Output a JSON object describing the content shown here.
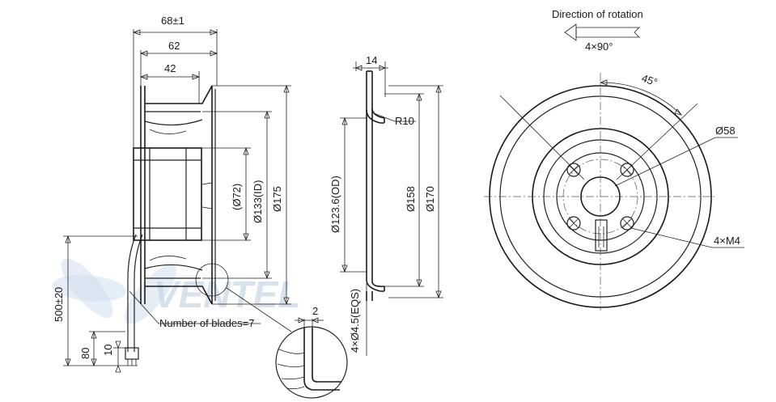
{
  "side_view": {
    "dim_overall_width": "68±1",
    "dim_width_62": "62",
    "dim_width_42": "42",
    "dim_cable_length": "500±20",
    "dim_80": "80",
    "dim_10": "10",
    "dim_d72": "(Ø72)",
    "dim_d133": "Ø133(ID)",
    "dim_d175": "Ø175",
    "blade_note": "Number of blades=7"
  },
  "detail_view": {
    "dim_2": "2"
  },
  "section_view": {
    "dim_14": "14",
    "radius": "R10",
    "dim_d123": "Ø123.6(OD)",
    "dim_d158": "Ø158",
    "dim_d170": "Ø170",
    "holes": "4×Ø4.5(EQS)"
  },
  "front_view": {
    "rotation_label": "Direction of rotation",
    "angle_4x90": "4×90°",
    "angle_45": "45°",
    "dim_d58": "Ø58",
    "thread": "4×M4"
  },
  "watermark": "VENTEL",
  "colors": {
    "line": "#1a1a1a",
    "watermark": "#c7d7e6"
  }
}
